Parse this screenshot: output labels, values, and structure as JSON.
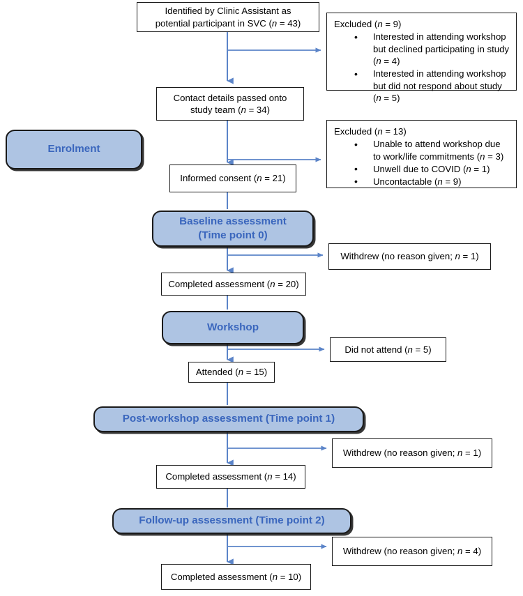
{
  "diagram": {
    "title": "CONSORT-style participant flow diagram",
    "accent_blue_fill": "#aec4e3",
    "accent_blue_text": "#3a66bd",
    "arrow_color": "#5b84c8",
    "box_border": "#1a1a1a"
  },
  "nodes": {
    "identified": "Identified by Clinic Assistant as potential participant in SVC (n = 43)",
    "contact_details": "Contact details passed onto study team (n = 34)",
    "informed_consent": "Informed consent (n = 21)",
    "completed_baseline": "Completed assessment (n = 20)",
    "attended": "Attended (n = 15)",
    "completed_post": "Completed assessment (n = 14)",
    "completed_followup": "Completed assessment (n = 10)"
  },
  "phases": {
    "enrolment": "Enrolment",
    "baseline": "Baseline assessment (Time point 0)",
    "workshop": "Workshop",
    "post_workshop": "Post-workshop assessment (Time point 1)",
    "follow_up": "Follow-up assessment (Time point 2)"
  },
  "exclusions": {
    "first": {
      "heading": "Excluded (n = 9)",
      "items": [
        "Interested in attending workshop but declined participating in study (n = 4)",
        "Interested in attending workshop but did not respond about study (n = 5)"
      ]
    },
    "second": {
      "heading": "Excluded (n = 13)",
      "items": [
        "Unable to attend workshop due to work/life commitments (n = 3)",
        "Unwell due to COVID (n = 1)",
        "Uncontactable (n = 9)"
      ]
    }
  },
  "withdrawals": {
    "baseline": "Withdrew (no reason given; n = 1)",
    "did_not_attend": "Did not attend (n = 5)",
    "post_workshop": "Withdrew (no reason given; n = 1)",
    "follow_up": "Withdrew (no reason given; n = 4)"
  }
}
